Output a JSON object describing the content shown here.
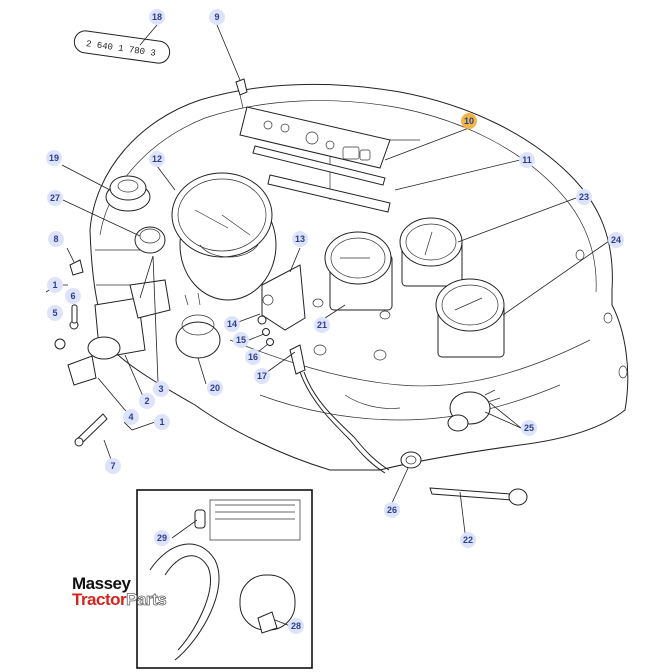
{
  "plate_text": "2 640 1 780 3",
  "callouts": [
    {
      "id": "c18",
      "label": "18"
    },
    {
      "id": "c9",
      "label": "9"
    },
    {
      "id": "c10",
      "label": "10"
    },
    {
      "id": "c11",
      "label": "11"
    },
    {
      "id": "c19",
      "label": "19"
    },
    {
      "id": "c12",
      "label": "12"
    },
    {
      "id": "c23",
      "label": "23"
    },
    {
      "id": "c27",
      "label": "27"
    },
    {
      "id": "c8",
      "label": "8"
    },
    {
      "id": "c13",
      "label": "13"
    },
    {
      "id": "c24",
      "label": "24"
    },
    {
      "id": "c1a",
      "label": "1"
    },
    {
      "id": "c6",
      "label": "6"
    },
    {
      "id": "c5",
      "label": "5"
    },
    {
      "id": "c14",
      "label": "14"
    },
    {
      "id": "c21",
      "label": "21"
    },
    {
      "id": "c15",
      "label": "15"
    },
    {
      "id": "c16",
      "label": "16"
    },
    {
      "id": "c17",
      "label": "17"
    },
    {
      "id": "c3",
      "label": "3"
    },
    {
      "id": "c20",
      "label": "20"
    },
    {
      "id": "c2",
      "label": "2"
    },
    {
      "id": "c4",
      "label": "4"
    },
    {
      "id": "c1b",
      "label": "1"
    },
    {
      "id": "c25",
      "label": "25"
    },
    {
      "id": "c7",
      "label": "7"
    },
    {
      "id": "c26",
      "label": "26"
    },
    {
      "id": "c22",
      "label": "22"
    },
    {
      "id": "c29",
      "label": "29"
    },
    {
      "id": "c28",
      "label": "28"
    }
  ],
  "logo": {
    "line1": "Massey",
    "line2a": "Tractor",
    "line2b": "Parts"
  },
  "colors": {
    "badge": "#dde3fb",
    "badge_highlight": "#f2b54a",
    "number": "#2a3f8f",
    "logo_red": "#d6241d"
  }
}
